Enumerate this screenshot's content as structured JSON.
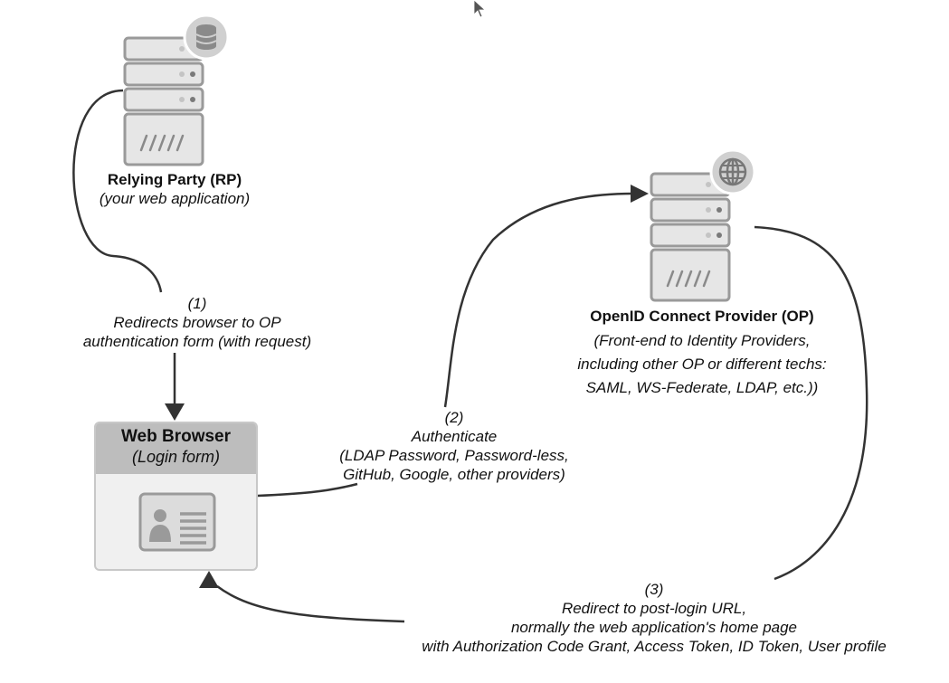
{
  "nodes": {
    "rp": {
      "title": "Relying Party (RP)",
      "subtitle": "(your web application)",
      "badge_icon": "database-icon"
    },
    "op": {
      "title": "OpenID Connect Provider (OP)",
      "lines": [
        "(Front-end to Identity Providers,",
        "including other OP or different techs:",
        "SAML, WS-Federate, LDAP, etc.))"
      ],
      "badge_icon": "globe-icon"
    },
    "browser": {
      "title": "Web Browser",
      "subtitle": "(Login form)",
      "icon": "id-card-icon"
    }
  },
  "edges": [
    {
      "step": "(1)",
      "lines": [
        "Redirects browser to OP",
        "authentication form (with request)"
      ]
    },
    {
      "step": "(2)",
      "lines": [
        "Authenticate",
        "(LDAP Password, Password-less,",
        "GitHub, Google, other providers)"
      ]
    },
    {
      "step": "(3)",
      "lines": [
        "Redirect to post-login URL,",
        "normally the web application's home page",
        "with Authorization Code Grant, Access Token, ID Token, User profile"
      ]
    }
  ]
}
